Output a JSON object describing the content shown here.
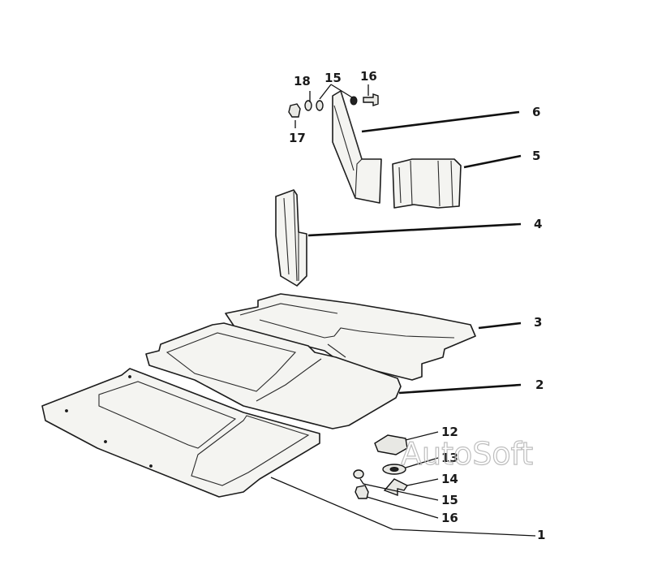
{
  "callouts": {
    "c1": "1",
    "c2": "2",
    "c3": "3",
    "c4": "4",
    "c5": "5",
    "c6": "6",
    "c12": "12",
    "c13": "13",
    "c14": "14",
    "c15a": "15",
    "c15b": "15",
    "c16a": "16",
    "c16b": "16",
    "c17": "17",
    "c18": "18"
  },
  "watermark": "AutoSoft"
}
